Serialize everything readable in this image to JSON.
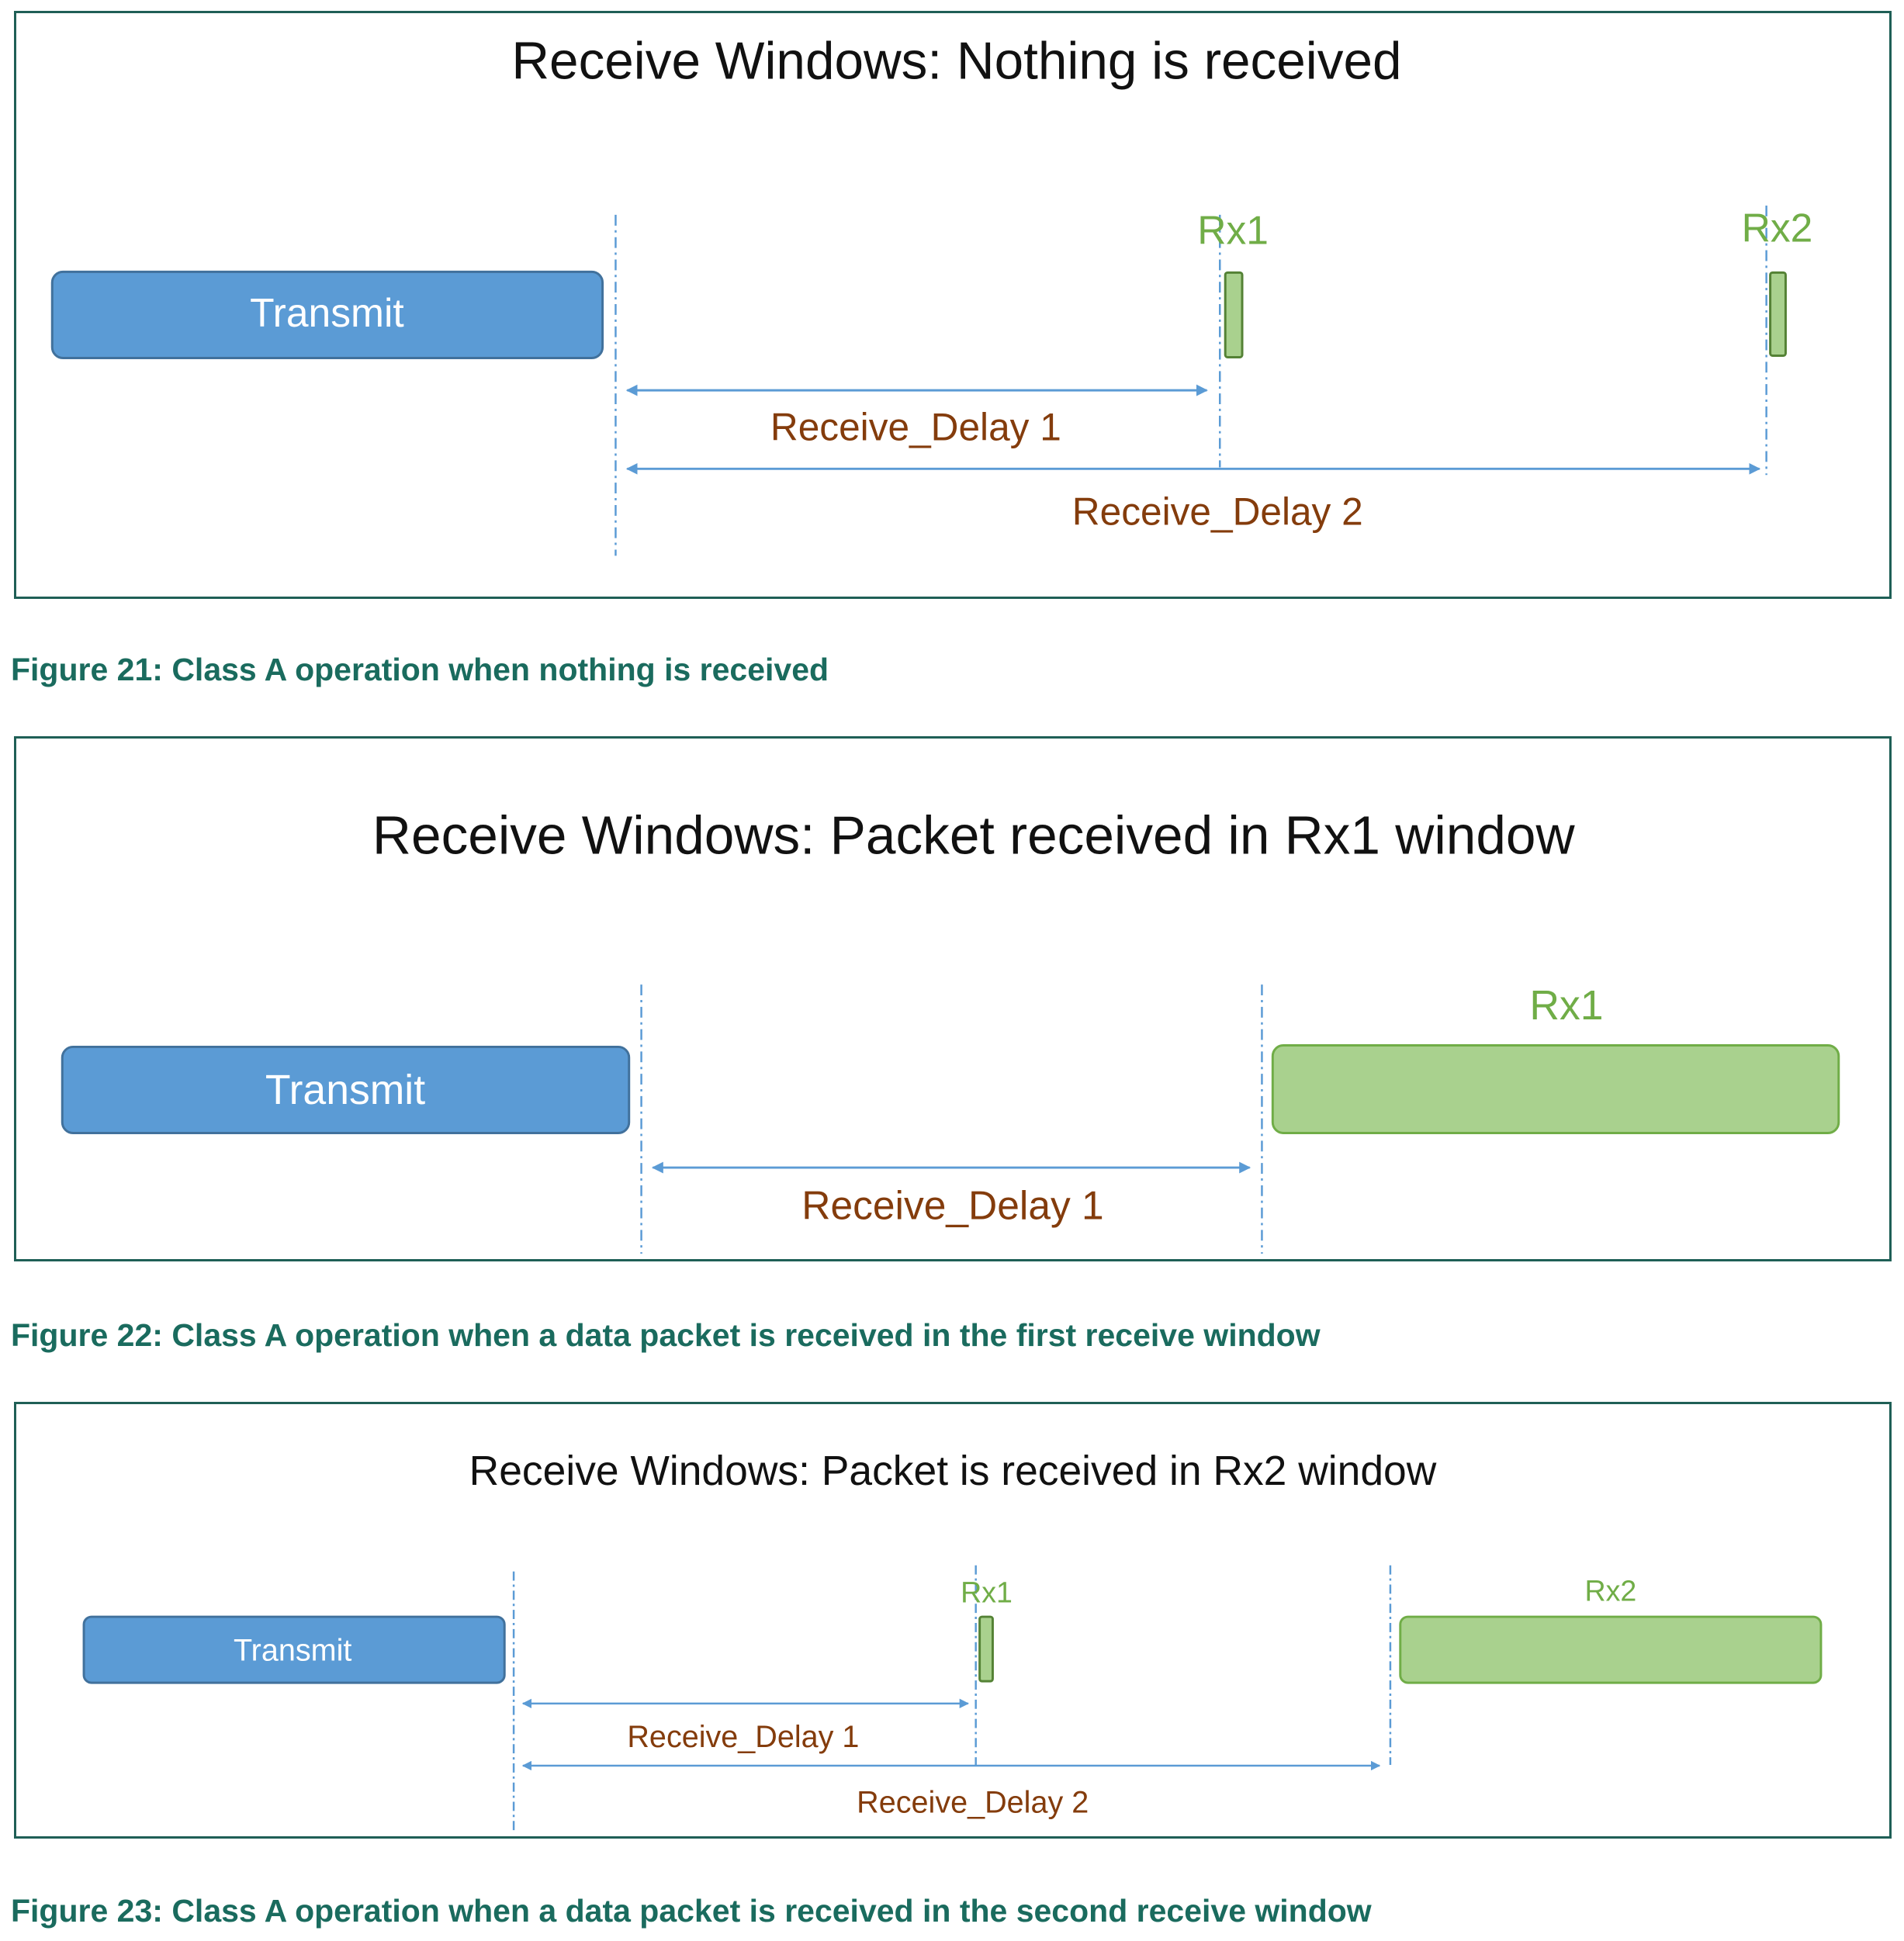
{
  "colors": {
    "transmit_fill": "#5b9bd5",
    "rx_fill": "#a9d18e",
    "rx_label": "#70ad47",
    "delay_label": "#843c0c",
    "arrow": "#5b9bd5",
    "frame": "#1f5f56",
    "caption": "#1a6b5e"
  },
  "figure21": {
    "title": "Receive Windows: Nothing is received",
    "transmit": "Transmit",
    "rx1": "Rx1",
    "rx2": "Rx2",
    "delay1": "Receive_Delay 1",
    "delay2": "Receive_Delay 2",
    "caption": "Figure 21: Class A operation when nothing is received"
  },
  "figure22": {
    "title": "Receive Windows: Packet received in Rx1 window",
    "transmit": "Transmit",
    "rx1": "Rx1",
    "delay1": "Receive_Delay 1",
    "caption": "Figure 22: Class A operation when a data packet is received in the first receive window"
  },
  "figure23": {
    "title": "Receive Windows: Packet is received in Rx2 window",
    "transmit": "Transmit",
    "rx1": "Rx1",
    "rx2": "Rx2",
    "delay1": "Receive_Delay 1",
    "delay2": "Receive_Delay 2",
    "caption": "Figure 23: Class A operation when a data packet is received in the second receive window"
  }
}
